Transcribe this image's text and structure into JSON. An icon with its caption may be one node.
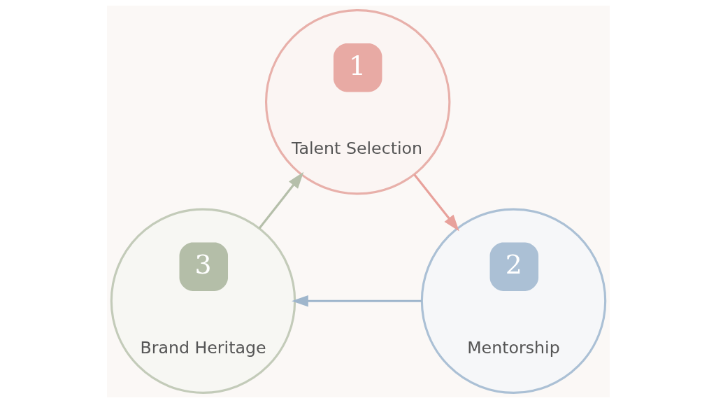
{
  "diagram": {
    "nodes": [
      {
        "text": [
          "1",
          "Talent Selection"
        ]
      },
      {
        "text": [
          "2",
          "Mentorship"
        ]
      },
      {
        "text": [
          "3",
          "Brand Heritage"
        ]
      }
    ],
    "edges": [
      {
        "from": 0,
        "to": 1,
        "arrow": "to",
        "color": "#e8a19b"
      },
      {
        "from": 1,
        "to": 2,
        "arrow": "to",
        "color": "#9fb6cc"
      },
      {
        "from": 2,
        "to": 0,
        "arrow": "to",
        "color": "#b5bfaa"
      }
    ]
  }
}
